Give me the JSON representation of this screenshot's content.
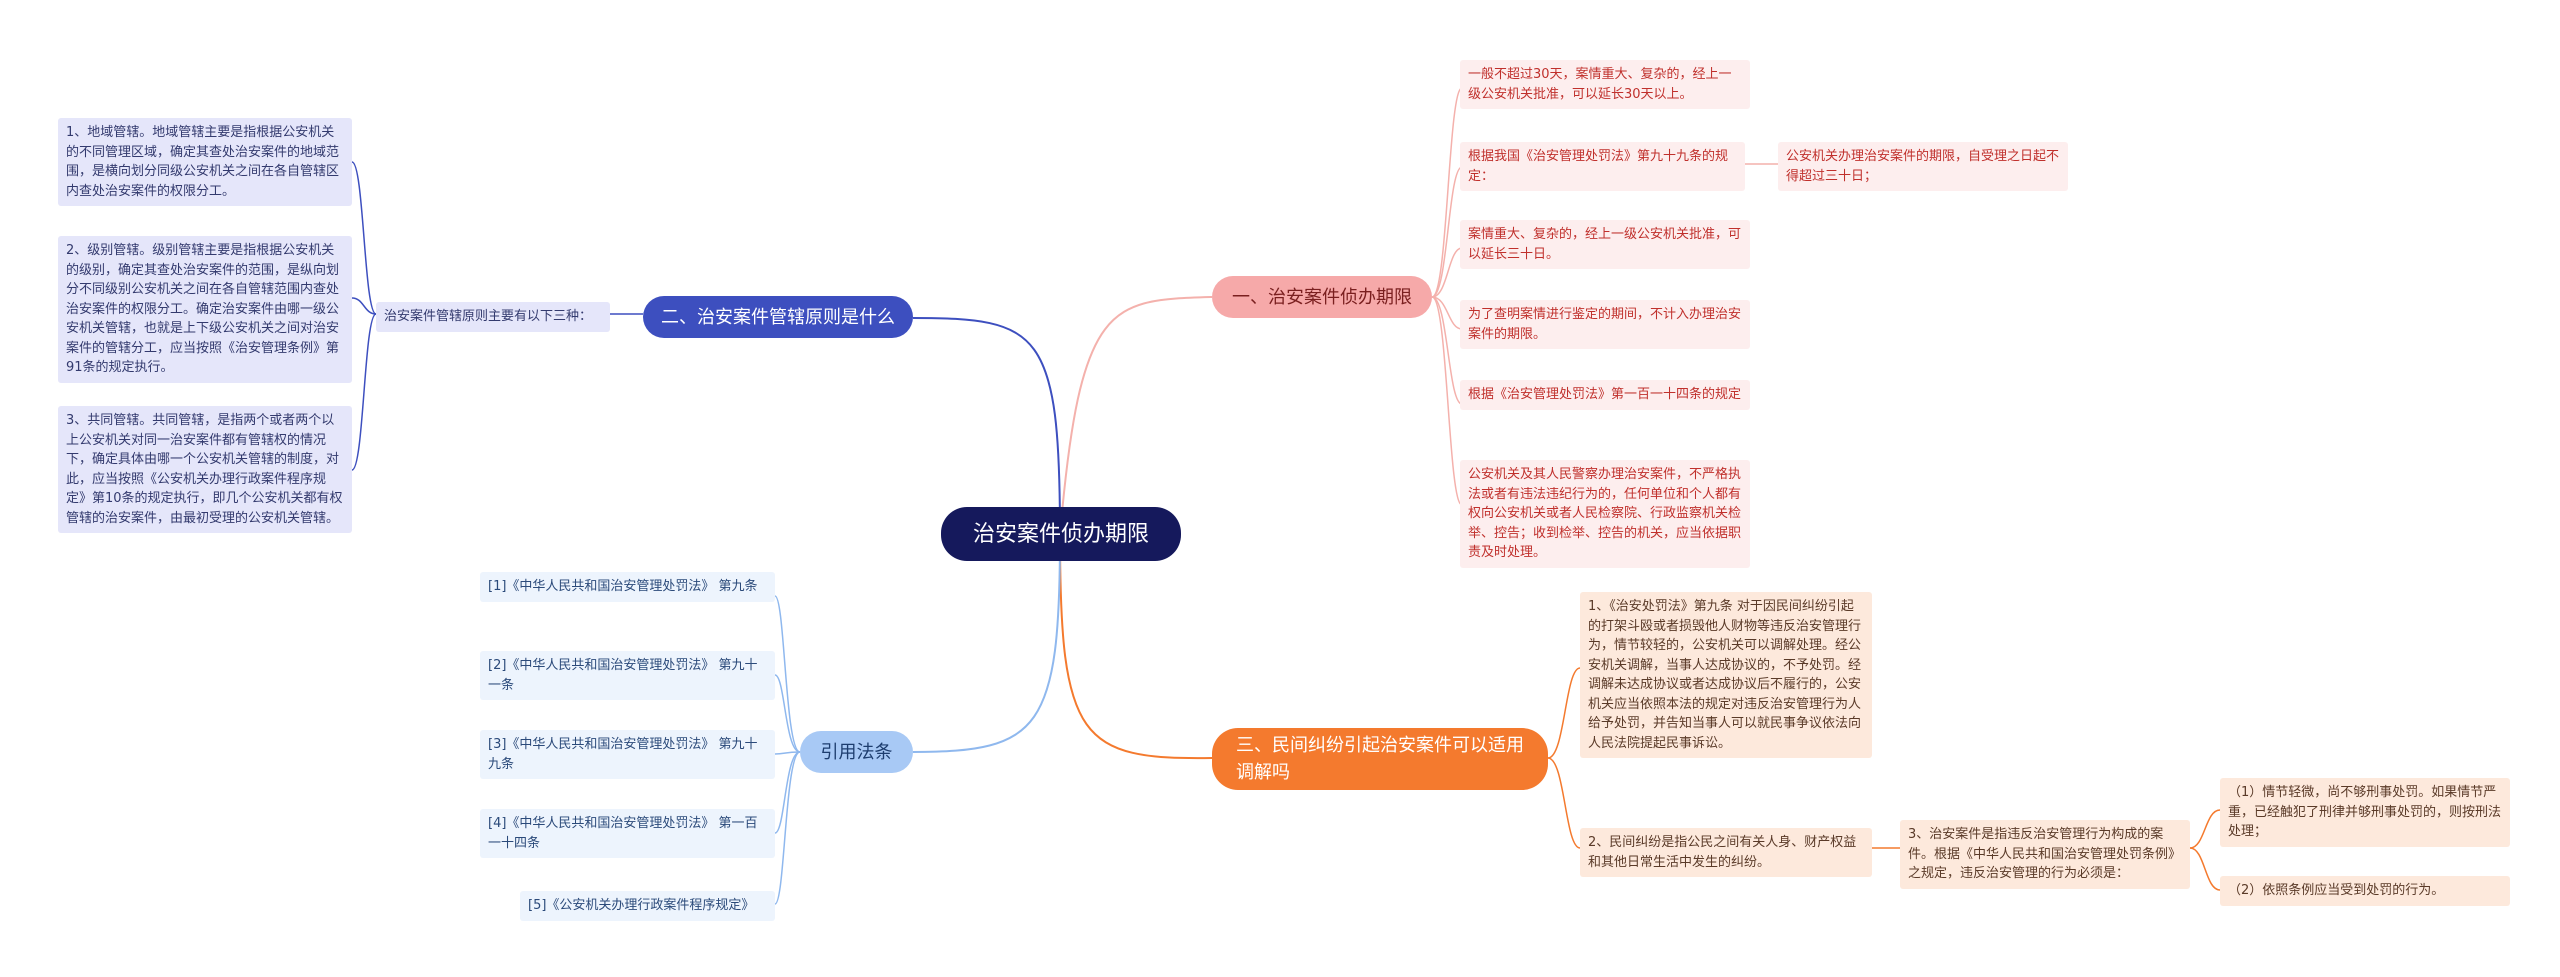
{
  "root": "治安案件侦办期限",
  "branch1": {
    "title": "一、治安案件侦办期限",
    "items": [
      "一般不超过30天，案情重大、复杂的，经上一级公安机关批准，可以延长30天以上。",
      "根据我国《治安管理处罚法》第九十九条的规定：",
      "案情重大、复杂的，经上一级公安机关批准，可以延长三十日。",
      "为了查明案情进行鉴定的期间，不计入办理治安案件的期限。",
      "根据《治安管理处罚法》第一百一十四条的规定",
      "公安机关及其人民警察办理治安案件，不严格执法或者有违法违纪行为的，任何单位和个人都有权向公安机关或者人民检察院、行政监察机关检举、控告；收到检举、控告的机关，应当依据职责及时处理。"
    ],
    "sub": "公安机关办理治安案件的期限，自受理之日起不得超过三十日；"
  },
  "branch2": {
    "title": "二、治安案件管辖原则是什么",
    "mid": "治安案件管辖原则主要有以下三种：",
    "items": [
      "1、地域管辖。地域管辖主要是指根据公安机关的不同管理区域，确定其查处治安案件的地域范围，是横向划分同级公安机关之间在各自管辖区内查处治安案件的权限分工。",
      "2、级别管辖。级别管辖主要是指根据公安机关的级别，确定其查处治安案件的范围，是纵向划分不同级别公安机关之间在各自管辖范围内查处治安案件的权限分工。确定治安案件由哪一级公安机关管辖，也就是上下级公安机关之间对治安案件的管辖分工，应当按照《治安管理条例》第91条的规定执行。",
      "3、共同管辖。共同管辖，是指两个或者两个以上公安机关对同一治安案件都有管辖权的情况下，确定具体由哪一个公安机关管辖的制度，对此，应当按照《公安机关办理行政案件程序规定》第10条的规定执行，即几个公安机关都有权管辖的治安案件，由最初受理的公安机关管辖。"
    ]
  },
  "branch3": {
    "title": "三、民间纠纷引起治安案件可以适用调解吗",
    "items": [
      "1、《治安处罚法》第九条 对于因民间纠纷引起的打架斗殴或者损毁他人财物等违反治安管理行为，情节较轻的，公安机关可以调解处理。经公安机关调解，当事人达成协议的，不予处罚。经调解未达成协议或者达成协议后不履行的，公安机关应当依照本法的规定对违反治安管理行为人给予处罚，并告知当事人可以就民事争议依法向人民法院提起民事诉讼。",
      "2、民间纠纷是指公民之间有关人身、财产权益和其他日常生活中发生的纠纷。"
    ],
    "mid": "3、治安案件是指违反治安管理行为构成的案件。根据《中华人民共和国治安管理处罚条例》之规定，违反治安管理的行为必须是：",
    "subs": [
      "（1）情节轻微，尚不够刑事处罚。如果情节严重，已经触犯了刑律并够刑事处罚的，则按刑法处理；",
      "（2）依照条例应当受到处罚的行为。"
    ]
  },
  "branch4": {
    "title": "引用法条",
    "items": [
      "[1]《中华人民共和国治安管理处罚法》 第九条",
      "[2]《中华人民共和国治安管理处罚法》 第九十一条",
      "[3]《中华人民共和国治安管理处罚法》 第九十九条",
      "[4]《中华人民共和国治安管理处罚法》 第一百一十四条",
      "[5]《公安机关办理行政案件程序规定》"
    ]
  },
  "colors": {
    "root": "#15195c",
    "branch1": "#f6a9a9",
    "branch2": "#3d4fbf",
    "branch3": "#f47a2e",
    "branch4": "#a8c9f5"
  }
}
